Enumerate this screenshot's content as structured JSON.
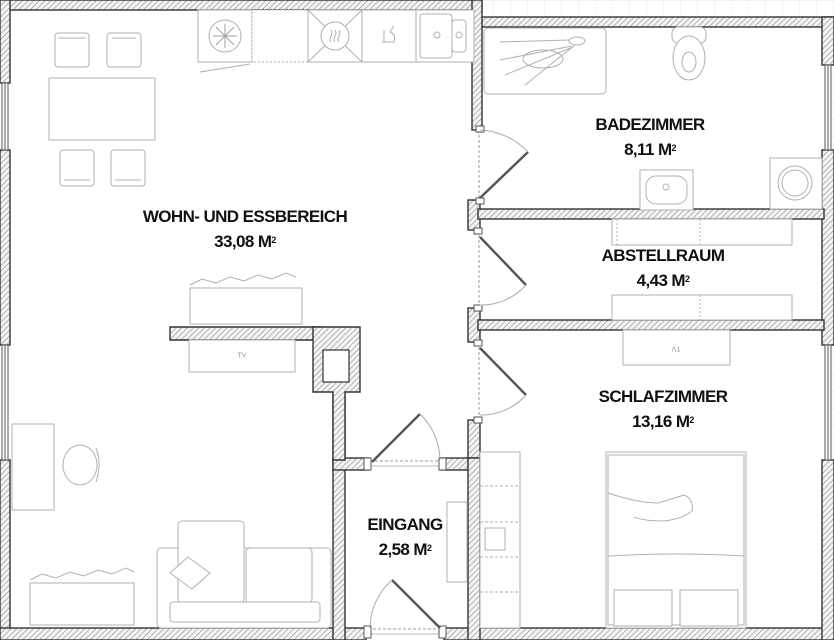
{
  "plan": {
    "type": "floor-plan",
    "wall_color": "#333333",
    "hatch_color": "#8a8a8a",
    "furniture_color": "#b5b5b5",
    "grid_color": "#e6e6e6"
  },
  "rooms": [
    {
      "id": "wohn",
      "name": "WOHN- UND ESSBEREICH",
      "area": "33,08 M",
      "unit_sup": "2"
    },
    {
      "id": "bad",
      "name": "BADEZIMMER",
      "area": "8,11 M",
      "unit_sup": "2"
    },
    {
      "id": "abstell",
      "name": "ABSTELLRAUM",
      "area": "4,43 M",
      "unit_sup": "2"
    },
    {
      "id": "schlaf",
      "name": "SCHLAFZIMMER",
      "area": "13,16 M",
      "unit_sup": "2"
    },
    {
      "id": "eingang",
      "name": "EINGANG",
      "area": "2,58 M",
      "unit_sup": "2"
    }
  ],
  "furniture_labels": {
    "tv_living": "TV",
    "tv_bedroom": "TV"
  },
  "icons": {
    "fridge": "snowflake-icon",
    "stove": "heat-waves-icon",
    "kettle": "kettle-icon",
    "sink": "sink-icon",
    "shower": "shower-icon",
    "toilet": "toilet-icon",
    "washbasin": "washbasin-icon",
    "washing_machine": "washing-machine-icon"
  }
}
